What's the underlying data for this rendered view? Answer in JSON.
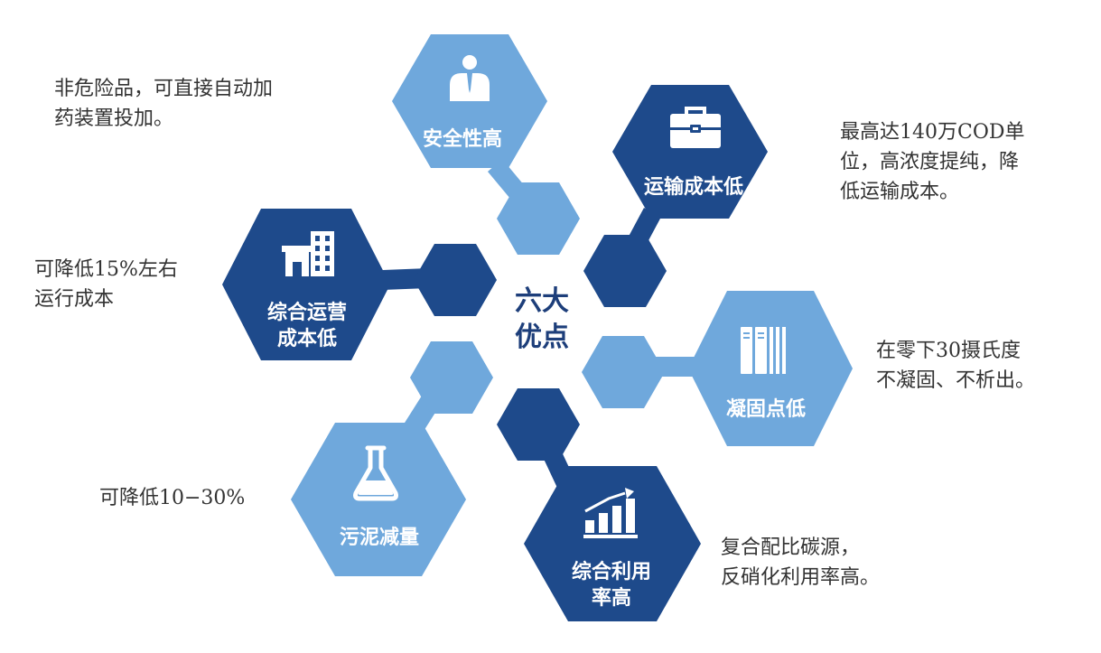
{
  "colors": {
    "light_blue": "#6fa8dc",
    "dark_blue": "#1e4a8b",
    "center_text": "#1d3e7a",
    "description_text": "#333333"
  },
  "center": {
    "line1": "六大",
    "line2": "优点"
  },
  "features": [
    {
      "id": "safety",
      "icon": "person-icon",
      "shade": "light",
      "title_lines": [
        "安全性高"
      ],
      "desc_lines": [
        "非危险品，可直接自动加",
        "药装置投加。"
      ]
    },
    {
      "id": "transport",
      "icon": "briefcase-icon",
      "shade": "dark",
      "title_lines": [
        "运输成本低"
      ],
      "desc_lines": [
        "最高达140万COD单",
        "位，高浓度提纯，降",
        "低运输成本。"
      ]
    },
    {
      "id": "operating",
      "icon": "buildings-icon",
      "shade": "dark",
      "title_lines": [
        "综合运营",
        "成本低"
      ],
      "desc_lines": [
        "可降低15%左右",
        "运行成本"
      ]
    },
    {
      "id": "freezing",
      "icon": "books-icon",
      "shade": "light",
      "title_lines": [
        "凝固点低"
      ],
      "desc_lines": [
        "在零下30摄氏度",
        "不凝固、不析出。"
      ]
    },
    {
      "id": "sludge",
      "icon": "flask-icon",
      "shade": "light",
      "title_lines": [
        "污泥减量"
      ],
      "desc_lines": [
        "可降低10−30%"
      ]
    },
    {
      "id": "utilization",
      "icon": "bar-chart-icon",
      "shade": "dark",
      "title_lines": [
        "综合利用",
        "率高"
      ],
      "desc_lines": [
        "复合配比碳源，",
        "反硝化利用率高。"
      ]
    }
  ]
}
